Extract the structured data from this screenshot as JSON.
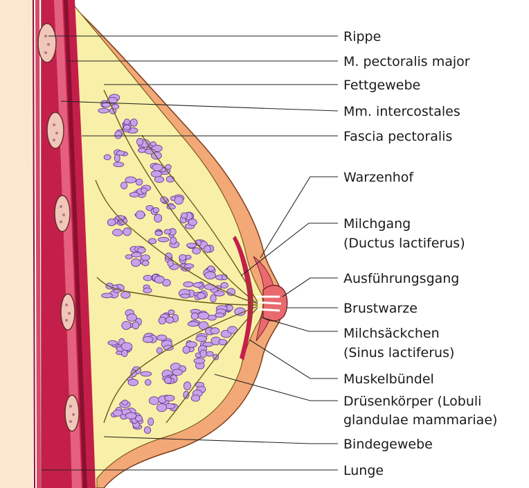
{
  "labels": {
    "rippe": "Rippe",
    "pectoralis_major": "M. pectoralis major",
    "fettgewebe": "Fettgewebe",
    "intercostales": "Mm. intercostales",
    "fascia": "Fascia pectoralis",
    "warzenhof": "Warzenhof",
    "milchgang_1": "Milchgang",
    "milchgang_2": "(Ductus lactiferus)",
    "ausfuehrungsgang": "Ausführungsgang",
    "brustwarze": "Brustwarze",
    "milchsaeckchen_1": "Milchsäckchen",
    "milchsaeckchen_2": "(Sinus lactiferus)",
    "muskelbuendel": "Muskelbündel",
    "druesen_1": "Drüsenkörper (Lobuli",
    "druesen_2": "glandulae mammariae)",
    "bindegewebe": "Bindegewebe",
    "lunge": "Lunge"
  },
  "colors": {
    "skin": "#f2a877",
    "skin_dark": "#e58f5c",
    "fat": "#f8f0a8",
    "muscle": "#c41f4a",
    "muscle_light": "#e4607e",
    "gland": "#c7a2ea",
    "gland_outline": "#6a3d8f",
    "rib": "#f0c7b9",
    "nipple": "#e86a6e",
    "chest": "#fbe6d0"
  }
}
